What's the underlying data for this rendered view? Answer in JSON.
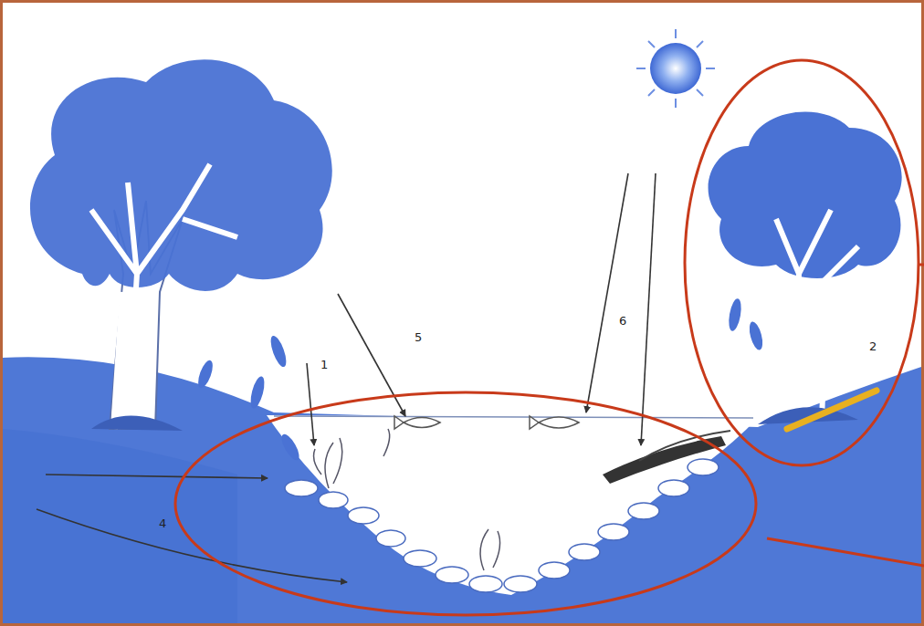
{
  "diagram": {
    "labels": [
      "1",
      "5",
      "6",
      "2",
      "4"
    ]
  }
}
